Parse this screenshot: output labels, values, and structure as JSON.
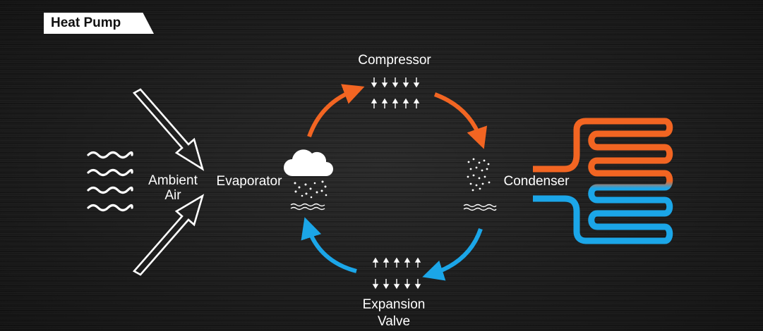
{
  "title": "Heat Pump",
  "labels": {
    "compressor": "Compressor",
    "ambient_air": [
      "Ambient",
      "Air"
    ],
    "evaporator": "Evaporator",
    "condenser": "Condenser",
    "expansion_valve": [
      "Expansion",
      "Valve"
    ]
  },
  "colors": {
    "hot": "#f26522",
    "cold": "#1ba6e8",
    "text": "#ffffff",
    "background": "#1c1c1c"
  },
  "icons": [
    "down-arrows-icon",
    "up-arrows-icon",
    "cloud-icon",
    "droplets-icon",
    "wave-icon",
    "air-wave-icon",
    "hollow-arrow-icon",
    "coil-pipe-icon"
  ]
}
